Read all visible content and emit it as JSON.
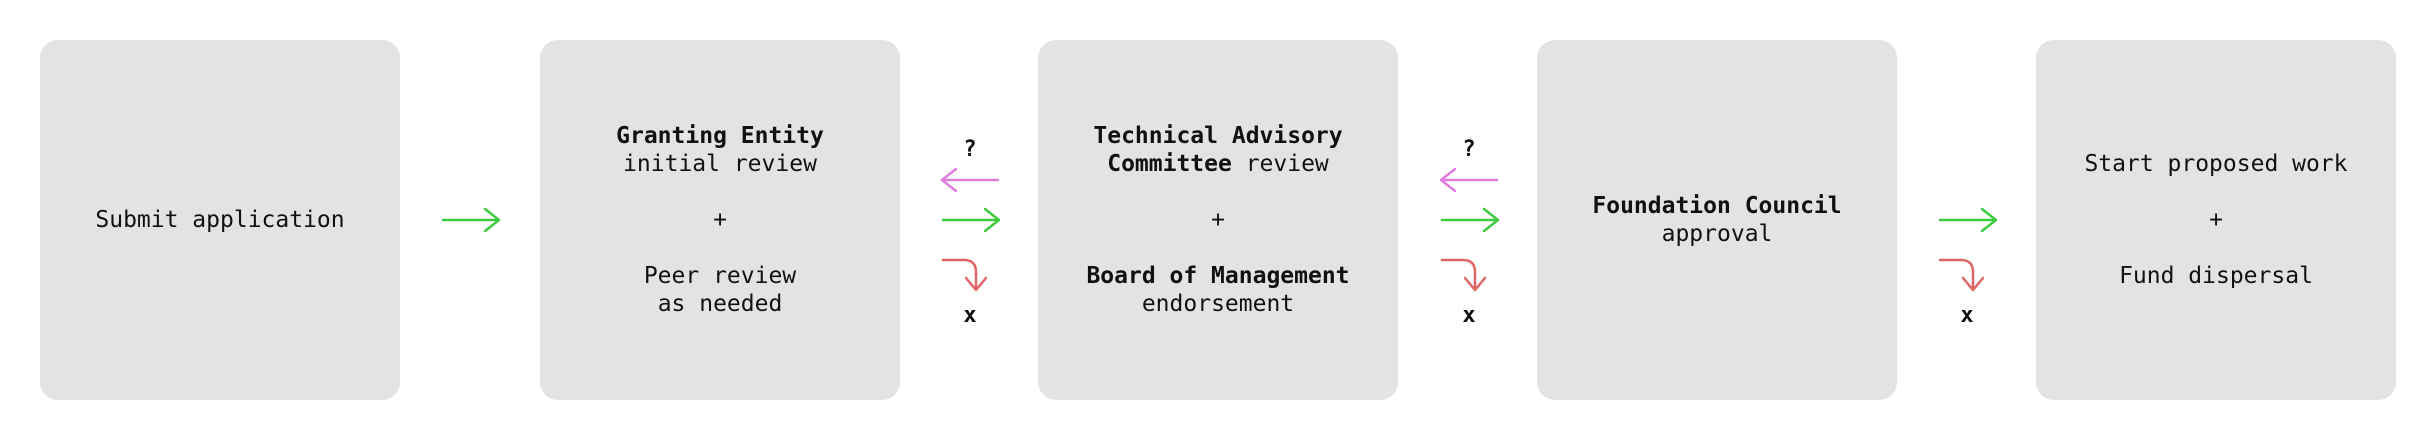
{
  "colors": {
    "box_bg": "#e3e3e3",
    "proceed": "#3ec93e",
    "return": "#e07be0",
    "reject": "#e06666"
  },
  "steps": [
    {
      "lines": [
        "Submit application"
      ]
    },
    {
      "bold_1": "Granting Entity",
      "line_1": "initial review",
      "plus": "+",
      "line_2": "Peer review",
      "line_3": "as needed"
    },
    {
      "bold_1": "Technical Advisory",
      "bold_2": "Committee",
      "line_2_rest": " review",
      "plus": "+",
      "bold_3": "Board of Management",
      "line_3": "endorsement"
    },
    {
      "bold_1": "Foundation Council",
      "line_1": "approval"
    },
    {
      "line_1": "Start proposed work",
      "plus": "+",
      "line_2": "Fund dispersal"
    }
  ],
  "connectors": [
    {
      "proceed": true,
      "return": false,
      "reject": false
    },
    {
      "proceed": true,
      "return": true,
      "return_label": "?",
      "reject": true,
      "reject_label": "x"
    },
    {
      "proceed": true,
      "return": true,
      "return_label": "?",
      "reject": true,
      "reject_label": "x"
    },
    {
      "proceed": true,
      "return": false,
      "reject": true,
      "reject_label": "x"
    }
  ]
}
